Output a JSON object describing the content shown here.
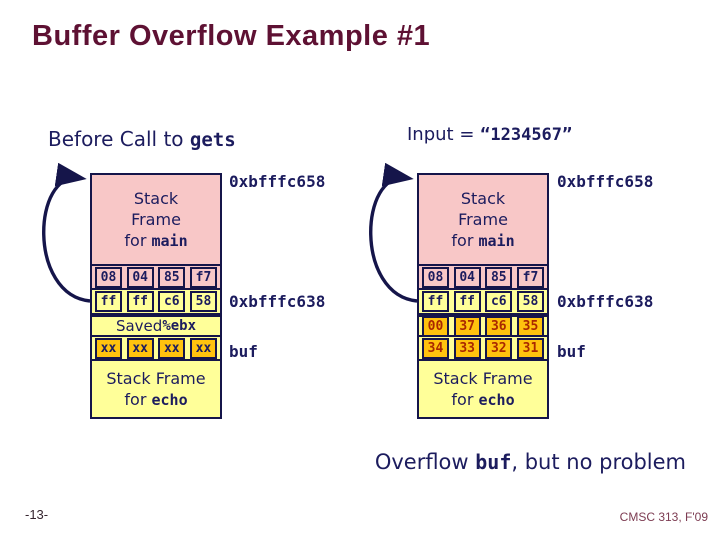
{
  "title": "Buffer Overflow Example #1",
  "colors": {
    "title_maroon": "#5e1133",
    "ink_navy": "#1c1c5e",
    "frame_pink": "#f8c7c7",
    "frame_yellow": "#ffff99",
    "buf_orange": "#ffc20e",
    "overflow_digit_red": "#aa2800",
    "footer_maroon": "#7d3c52"
  },
  "before": {
    "heading": {
      "plain": "Before Call to ",
      "mono": "gets"
    },
    "addr_top": "0xbfffc658",
    "addr_frame": "0xbfffc638",
    "frame_main": {
      "line1": "Stack",
      "line2": "Frame",
      "line3_plain": "for ",
      "line3_mono": "main"
    },
    "return_bytes": [
      "08",
      "04",
      "85",
      "f7"
    ],
    "ebp_bytes": [
      "ff",
      "ff",
      "c6",
      "58"
    ],
    "saved_row": {
      "plain": "Saved ",
      "mono": "%ebx"
    },
    "buf_bytes": [
      "xx",
      "xx",
      "xx",
      "xx"
    ],
    "buf_label": "buf",
    "frame_echo": {
      "line1": "Stack Frame",
      "line2_plain": "for ",
      "line2_mono": "echo"
    }
  },
  "after": {
    "heading": {
      "plain": "Input = ",
      "mono": "“1234567”"
    },
    "addr_top": "0xbfffc658",
    "addr_frame": "0xbfffc638",
    "frame_main": {
      "line1": "Stack",
      "line2": "Frame",
      "line3_plain": "for ",
      "line3_mono": "main"
    },
    "return_bytes": [
      "08",
      "04",
      "85",
      "f7"
    ],
    "ebp_bytes": [
      "ff",
      "ff",
      "c6",
      "58"
    ],
    "overflow_row1": [
      "00",
      "37",
      "36",
      "35"
    ],
    "overflow_row2": [
      "34",
      "33",
      "32",
      "31"
    ],
    "buf_label": "buf",
    "frame_echo": {
      "line1": "Stack Frame",
      "line2_plain": "for ",
      "line2_mono": "echo"
    }
  },
  "bottom_note": {
    "plain1": "Overflow ",
    "mono": "buf",
    "plain2": ", but no problem"
  },
  "footer": {
    "page": "-13-",
    "course": "CMSC 313, F'09"
  }
}
